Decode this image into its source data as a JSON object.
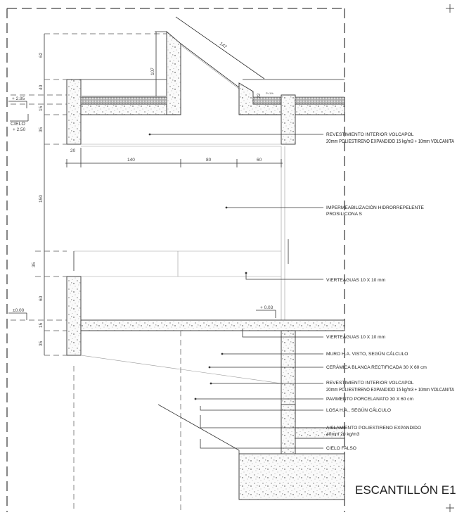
{
  "title": "ESCANTILLÓN E1",
  "levels": {
    "roof": "+ 2.95",
    "ceiling_label": "CIELO",
    "ceiling": "+ 2.50",
    "floor": "±0.00",
    "sill": "+ 0.03"
  },
  "dimensions": {
    "vertical": [
      "62",
      "40",
      "15",
      "35",
      "150",
      "35",
      "60",
      "15",
      "35"
    ],
    "parapet_height": "107",
    "slope_length": "147",
    "small": "22",
    "slope_note": "P=1%",
    "horizontal": [
      "20",
      "140",
      "80",
      "60"
    ]
  },
  "annotations": [
    {
      "lines": [
        "REVESTIMIENTO INTERIOR VOLCAPOL",
        "20mm POLIESTIRENO EXPANDIDO 15 kg/m3  + 10mm VOLCANITA"
      ]
    },
    {
      "lines": [
        "IMPERMEABILIZACIÓN HIDRORREPELENTE",
        "PROSILICONA S"
      ]
    },
    {
      "lines": [
        "VIERTEAGUAS 10 X 10 mm"
      ]
    },
    {
      "lines": [
        "VIERTEAGUAS 10 X 10 mm"
      ]
    },
    {
      "lines": [
        "MURO H.A. VISTO, SEGÚN CÁLCULO"
      ]
    },
    {
      "lines": [
        "CERÁMICA BLANCA RECTIFICADA 30 X 60 cm"
      ]
    },
    {
      "lines": [
        "REVESTIMIENTO INTERIOR VOLCAPOL",
        "20mm POLIESTIRENO EXPANDIDO 15 kg/m3  + 10mm VOLCANITA"
      ]
    },
    {
      "lines": [
        "PAVIMENTO PORCELANATO 30 X 60 cm"
      ]
    },
    {
      "lines": [
        "LOSA H.A., SEGÚN CÁLCULO"
      ]
    },
    {
      "lines": [
        "AISLAMIENTO POLIESTIRENO EXPANDIDO",
        "40mm 20 kg/m3"
      ]
    },
    {
      "lines": [
        "CIELO FALSO"
      ]
    }
  ]
}
